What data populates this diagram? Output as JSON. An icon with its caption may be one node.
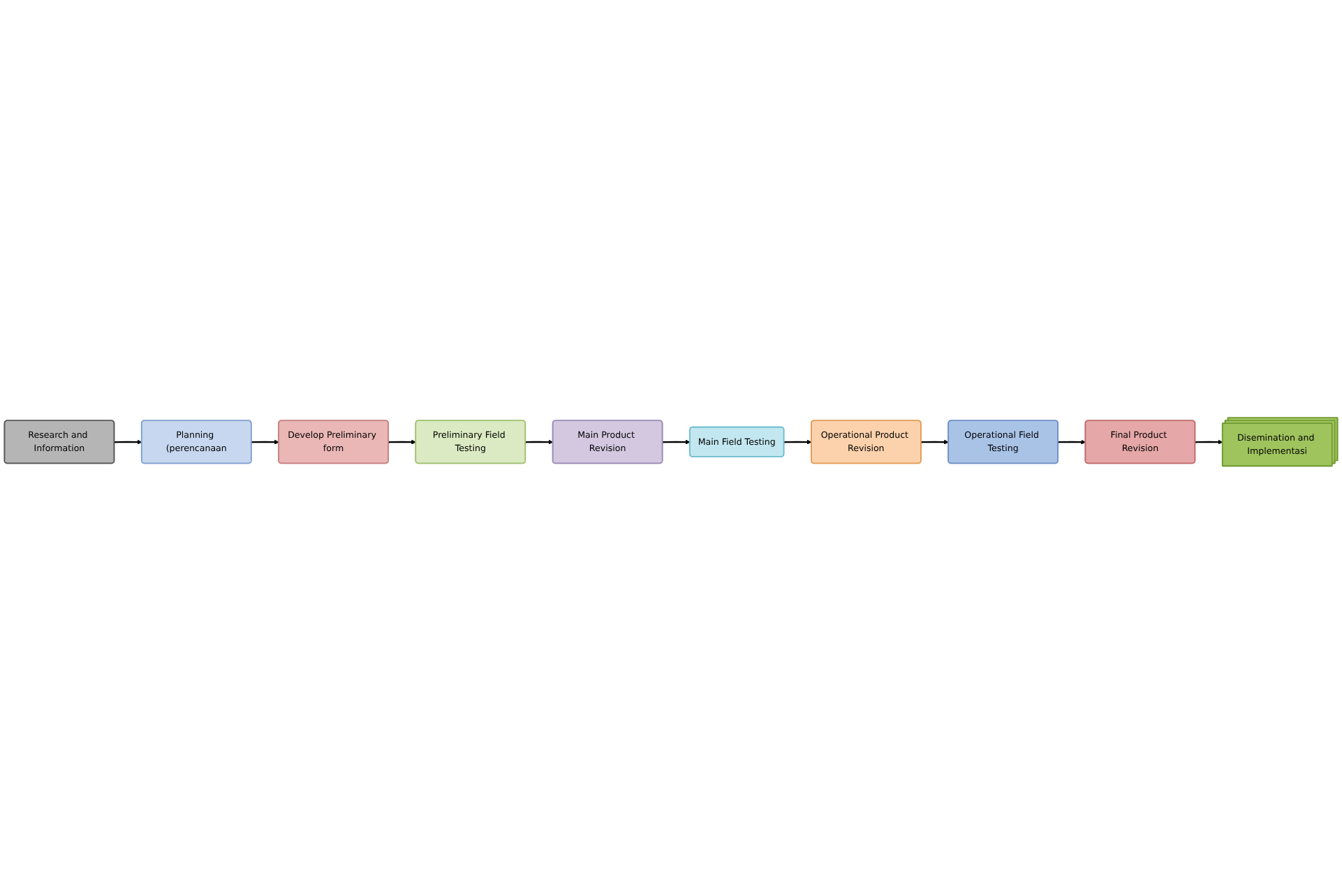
{
  "diagram": {
    "nodes": [
      {
        "text": [
          "Research and Information"
        ]
      },
      {
        "text": [
          "Planning (perencanaan"
        ]
      },
      {
        "text": [
          "Develop Preliminary form"
        ]
      },
      {
        "text": [
          "Preliminary Field Testing"
        ]
      },
      {
        "text": [
          "Main Product Revision"
        ]
      },
      {
        "text": [
          "Main Field Testing"
        ]
      },
      {
        "text": [
          "Operational Product Revision"
        ]
      },
      {
        "text": [
          "Operational Field Testing"
        ]
      },
      {
        "text": [
          "Final Product Revision"
        ]
      },
      {
        "text": [
          "Disemination and Implementasi"
        ]
      }
    ],
    "edges": [
      {
        "from": 0,
        "to": 1,
        "arrow": "to"
      },
      {
        "from": 1,
        "to": 2,
        "arrow": "to"
      },
      {
        "from": 2,
        "to": 3,
        "arrow": "to"
      },
      {
        "from": 3,
        "to": 4,
        "arrow": "to"
      },
      {
        "from": 4,
        "to": 5,
        "arrow": "to"
      },
      {
        "from": 5,
        "to": 6,
        "arrow": "to"
      },
      {
        "from": 6,
        "to": 7,
        "arrow": "to"
      },
      {
        "from": 7,
        "to": 8,
        "arrow": "to"
      },
      {
        "from": 8,
        "to": 9,
        "arrow": "to"
      }
    ]
  }
}
